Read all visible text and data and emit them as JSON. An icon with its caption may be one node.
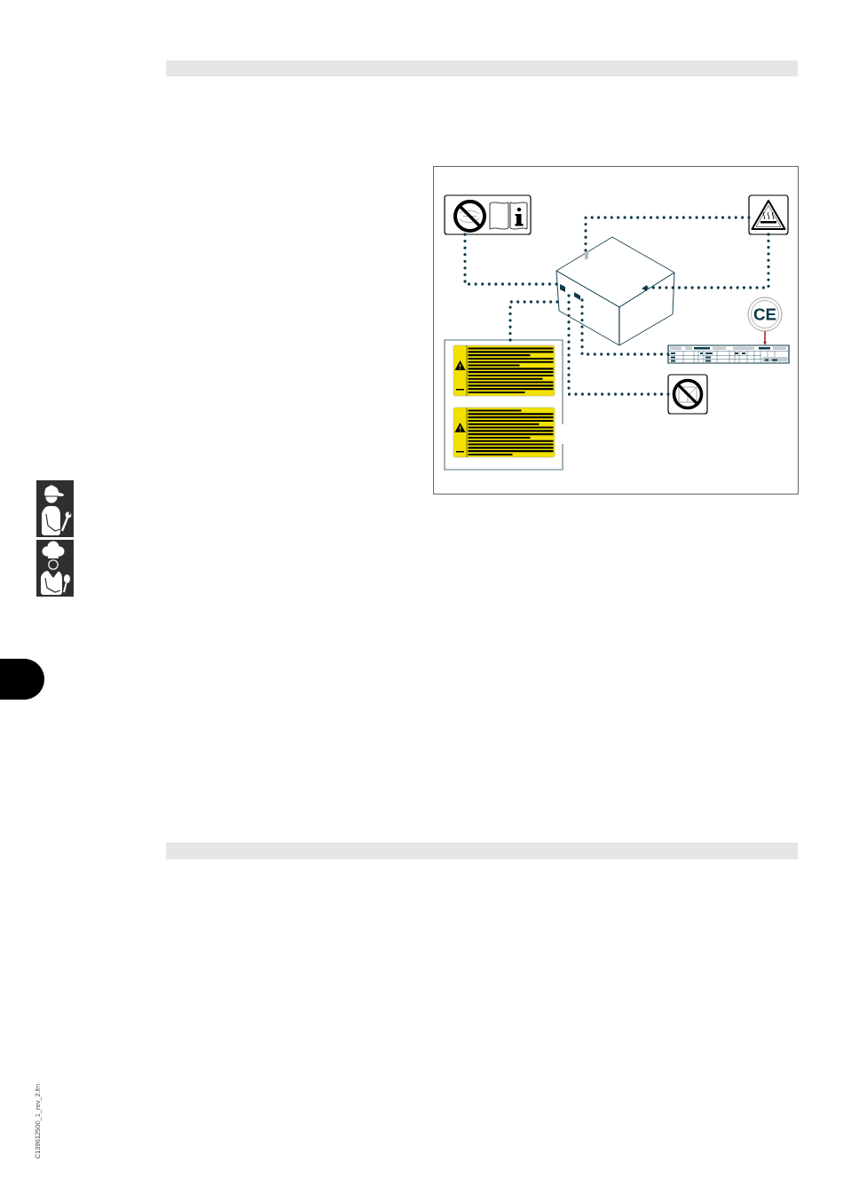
{
  "diagram": {
    "nodes": [
      {
        "text": [],
        "shape": "bar"
      },
      {
        "text": [],
        "shape": "picture"
      },
      {
        "text": [],
        "shape": "picture"
      },
      {
        "text": [],
        "shape": "picture"
      },
      {
        "text": [
          "CE"
        ]
      },
      {
        "text": [],
        "shape": "picture"
      },
      {
        "text": [],
        "shape": "picture"
      },
      {
        "text": [],
        "shape": "picture"
      },
      {
        "text": [],
        "shape": "bar"
      }
    ],
    "edges": [
      {
        "from": 1,
        "to": 3,
        "arrow": "none",
        "style": "dashed"
      },
      {
        "from": 2,
        "to": 3,
        "arrow": "none",
        "style": "dashed"
      },
      {
        "from": 2,
        "to": 3,
        "arrow": "none",
        "style": "dashed"
      },
      {
        "from": 5,
        "to": 3,
        "arrow": "none",
        "style": "dashed"
      },
      {
        "from": 6,
        "to": 3,
        "arrow": "none",
        "style": "dashed"
      },
      {
        "from": 7,
        "to": 3,
        "arrow": "none",
        "style": "dashed"
      },
      {
        "from": 4,
        "to": 6,
        "arrow": "to",
        "color": "#a01c1c"
      }
    ],
    "labels": [
      "C139612500_1_rev_2.fm"
    ]
  }
}
